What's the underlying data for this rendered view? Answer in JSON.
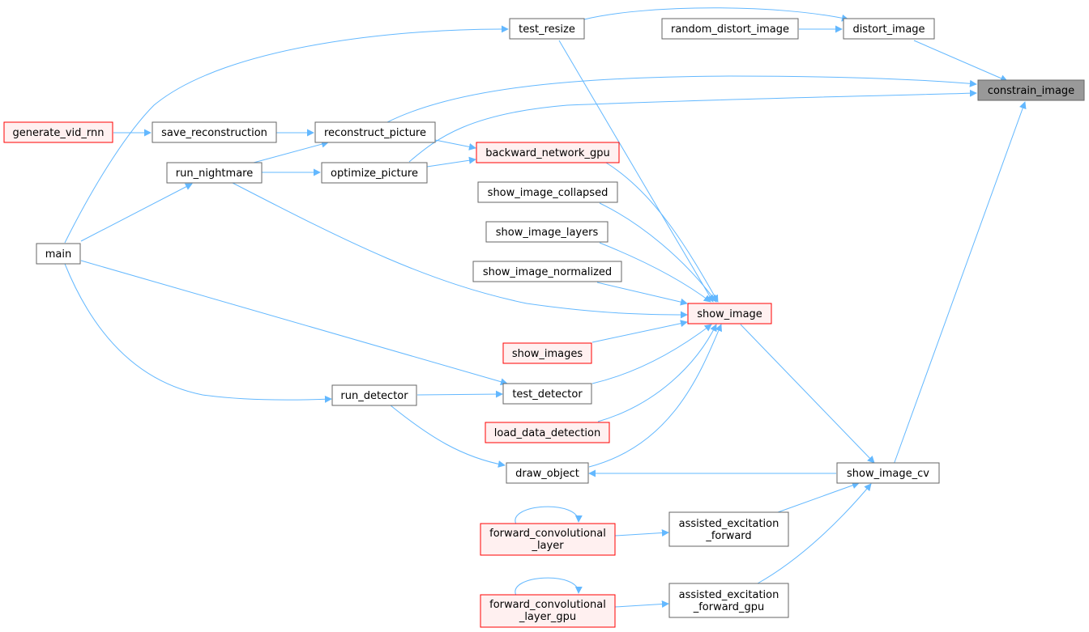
{
  "nodes": {
    "constrain_image": "constrain_image",
    "distort_image": "distort_image",
    "random_distort_image": "random_distort_image",
    "test_resize": "test_resize",
    "generate_vid_rnn": "generate_vid_rnn",
    "save_reconstruction": "save_reconstruction",
    "reconstruct_picture": "reconstruct_picture",
    "run_nightmare": "run_nightmare",
    "optimize_picture": "optimize_picture",
    "backward_network_gpu": "backward_network_gpu",
    "show_image_collapsed": "show_image_collapsed",
    "show_image_layers": "show_image_layers",
    "show_image_normalized": "show_image_normalized",
    "main": "main",
    "show_image": "show_image",
    "show_images": "show_images",
    "run_detector": "run_detector",
    "test_detector": "test_detector",
    "load_data_detection": "load_data_detection",
    "draw_object": "draw_object",
    "show_image_cv": "show_image_cv",
    "assisted_excitation_forward": [
      "assisted_excitation",
      "_forward"
    ],
    "forward_convolutional_layer": [
      "forward_convolutional",
      "_layer"
    ],
    "assisted_excitation_forward_gpu": [
      "assisted_excitation",
      "_forward_gpu"
    ],
    "forward_convolutional_layer_gpu": [
      "forward_convolutional",
      "_layer_gpu"
    ]
  },
  "colors": {
    "edge": "#63b8ff",
    "normal_fill": "#ffffff",
    "normal_border": "#666666",
    "external_fill": "#fff0f0",
    "external_border": "#ff0000",
    "root_fill": "#999999"
  }
}
